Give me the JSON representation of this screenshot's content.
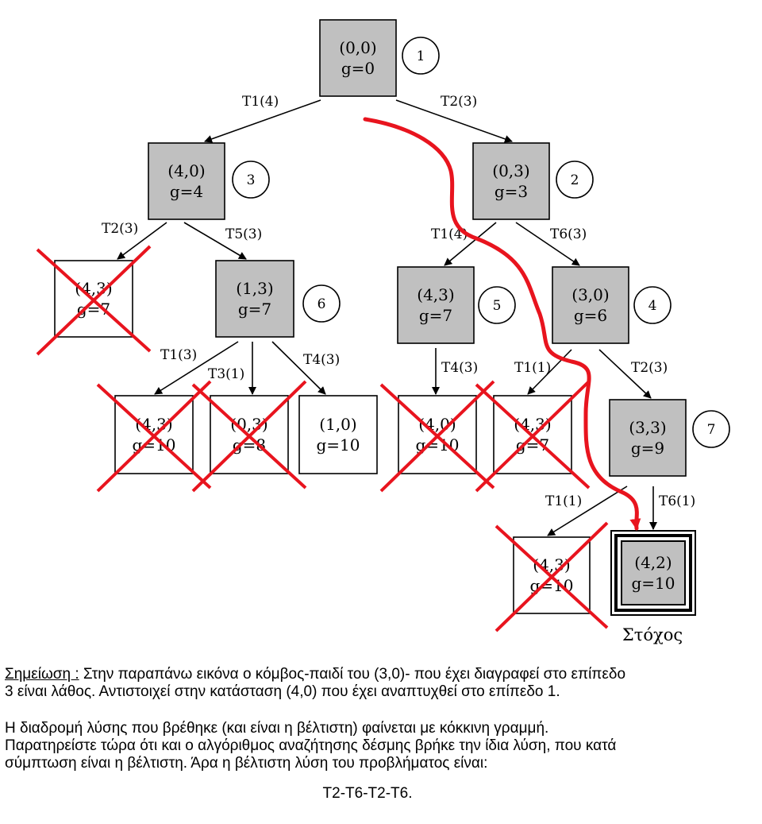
{
  "nodes": [
    {
      "id": "n1",
      "state": "(0,0)",
      "cost": "g=0",
      "order": "1",
      "style": "expanded"
    },
    {
      "id": "n3",
      "state": "(4,0)",
      "cost": "g=4",
      "order": "3",
      "style": "expanded"
    },
    {
      "id": "n2",
      "state": "(0,3)",
      "cost": "g=3",
      "order": "2",
      "style": "expanded"
    },
    {
      "id": "n_a",
      "state": "(4,3)",
      "cost": "g=7",
      "style": "pruned"
    },
    {
      "id": "n6",
      "state": "(1,3)",
      "cost": "g=7",
      "order": "6",
      "style": "expanded"
    },
    {
      "id": "n5",
      "state": "(4,3)",
      "cost": "g=7",
      "order": "5",
      "style": "expanded"
    },
    {
      "id": "n4",
      "state": "(3,0)",
      "cost": "g=6",
      "order": "4",
      "style": "expanded"
    },
    {
      "id": "n_b",
      "state": "(4,3)",
      "cost": "g=10",
      "style": "pruned"
    },
    {
      "id": "n_c",
      "state": "(0,3)",
      "cost": "g=8",
      "style": "pruned"
    },
    {
      "id": "n_d",
      "state": "(1,0)",
      "cost": "g=10",
      "style": "open"
    },
    {
      "id": "n_e",
      "state": "(4,0)",
      "cost": "g=10",
      "style": "pruned"
    },
    {
      "id": "n_f",
      "state": "(4,3)",
      "cost": "g=7",
      "style": "pruned"
    },
    {
      "id": "n7",
      "state": "(3,3)",
      "cost": "g=9",
      "order": "7",
      "style": "expanded"
    },
    {
      "id": "n_g",
      "state": "(4,3)",
      "cost": "g=10",
      "style": "pruned"
    },
    {
      "id": "goal",
      "state": "(4,2)",
      "cost": "g=10",
      "style": "goal"
    }
  ],
  "edges": [
    {
      "from": "n1",
      "to": "n3",
      "label": "T1(4)"
    },
    {
      "from": "n1",
      "to": "n2",
      "label": "T2(3)"
    },
    {
      "from": "n3",
      "to": "n_a",
      "label": "T2(3)"
    },
    {
      "from": "n3",
      "to": "n6",
      "label": "T5(3)"
    },
    {
      "from": "n2",
      "to": "n5",
      "label": "T1(4)"
    },
    {
      "from": "n2",
      "to": "n4",
      "label": "T6(3)"
    },
    {
      "from": "n6",
      "to": "n_b",
      "label": "T1(3)"
    },
    {
      "from": "n6",
      "to": "n_c",
      "label": "T3(1)"
    },
    {
      "from": "n6",
      "to": "n_d",
      "label": "T4(3)"
    },
    {
      "from": "n5",
      "to": "n_e",
      "label": "T4(3)"
    },
    {
      "from": "n4",
      "to": "n_f",
      "label": "T1(1)"
    },
    {
      "from": "n4",
      "to": "n7",
      "label": "T2(3)"
    },
    {
      "from": "n7",
      "to": "n_g",
      "label": "T1(1)"
    },
    {
      "from": "n7",
      "to": "goal",
      "label": "T6(1)"
    }
  ],
  "goal_caption": "Στόχος",
  "colors": {
    "expanded_fill": "#c0c0c0",
    "path": "#e8141e",
    "cross": "#e8141e"
  },
  "notes": {
    "label": "Σημείωση :",
    "line1_rest": " Στην παραπάνω εικόνα ο κόμβος-παιδί του (3,0)- που έχει διαγραφεί στο επίπεδο",
    "line2": "3 είναι λάθος. Αντιστοιχεί στην κατάσταση (4,0) που έχει αναπτυχθεί στο επίπεδο 1.",
    "line3": "Η διαδρομή λύσης που βρέθηκε (και είναι η βέλτιστη) φαίνεται με κόκκινη γραμμή.",
    "line4": "Παρατηρείστε τώρα ότι και ο αλγόριθμος αναζήτησης δέσμης βρήκε την ίδια λύση, που κατά",
    "line5": "σύμπτωση είναι η βέλτιστη. Άρα η βέλτιστη λύση του προβλήματος είναι:",
    "answer": "T2-T6-T2-T6."
  }
}
